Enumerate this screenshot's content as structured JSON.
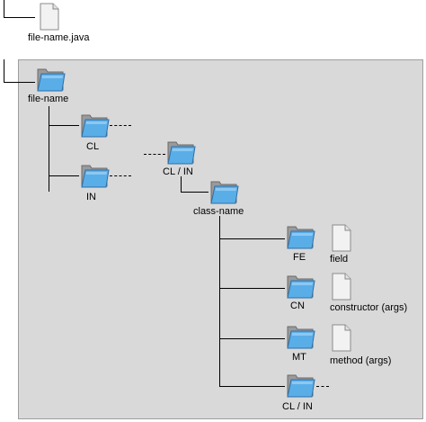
{
  "diagram": {
    "root_file": {
      "label": "file-name.java",
      "icon": "file-icon"
    },
    "root_folder": {
      "label": "file-name",
      "icon": "folder-icon"
    },
    "cl": {
      "label": "CL",
      "icon": "folder-icon"
    },
    "in": {
      "label": "IN",
      "icon": "folder-icon"
    },
    "cl_in": {
      "label": "CL / IN",
      "icon": "folder-icon"
    },
    "class_name": {
      "label": "class-name",
      "icon": "folder-icon"
    },
    "fe": {
      "label": "FE",
      "icon": "folder-icon"
    },
    "cn": {
      "label": "CN",
      "icon": "folder-icon"
    },
    "mt": {
      "label": "MT",
      "icon": "folder-icon"
    },
    "cl_in_2": {
      "label": "CL / IN",
      "icon": "folder-icon"
    },
    "field": {
      "label": "field",
      "icon": "file-icon"
    },
    "constructor": {
      "label": "constructor (args)",
      "icon": "file-icon"
    },
    "method": {
      "label": "method (args)",
      "icon": "file-icon"
    }
  },
  "colors": {
    "panel": "#d9d9d9",
    "folder_front": "#5aaee8",
    "folder_back": "#9a9a9a",
    "file": "#f2f2f2"
  }
}
